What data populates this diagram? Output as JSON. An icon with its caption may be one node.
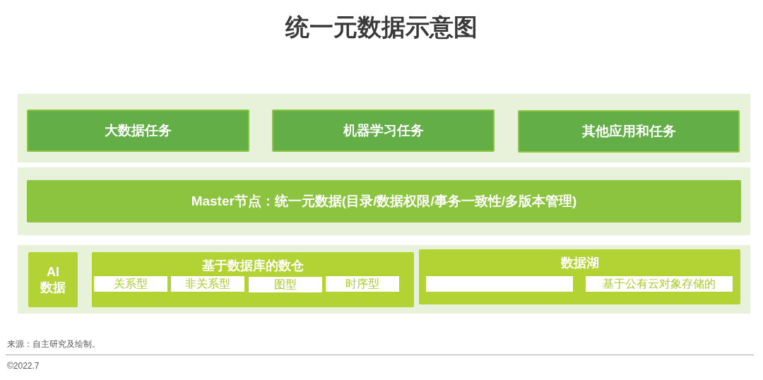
{
  "diagram": {
    "title": "统一元数据示意图",
    "nodes": [
      {
        "text": [],
        "shape": "box"
      },
      {
        "text": [
          "大数据任务"
        ],
        "in": 0
      },
      {
        "text": [
          "机器学习任务"
        ],
        "in": 0
      },
      {
        "text": [
          "其他应用和任务"
        ],
        "in": 0
      },
      {
        "text": [],
        "shape": "box"
      },
      {
        "text": [
          "Master节点：统一元数据(目录/数据权限/事务一致性/多版本管理)"
        ],
        "in": 4
      },
      {
        "text": [],
        "shape": "box"
      },
      {
        "text": [
          "AI 数据"
        ],
        "in": 6
      },
      {
        "text": [
          "基于数据库的数仓"
        ],
        "in": 6
      },
      {
        "text": [
          "关系型"
        ],
        "in": 8
      },
      {
        "text": [
          "非关系型"
        ],
        "in": 8
      },
      {
        "text": [
          "图型"
        ],
        "in": 8
      },
      {
        "text": [
          "时序型"
        ],
        "in": 8
      },
      {
        "text": [
          "数据湖"
        ],
        "in": 6
      },
      {
        "text": [],
        "shape": "box",
        "in": 13
      },
      {
        "text": [
          "基于公有云对象存储的"
        ],
        "in": 13
      }
    ],
    "labels": [
      "来源：自主研究及绘制。",
      "©2022.7"
    ]
  }
}
